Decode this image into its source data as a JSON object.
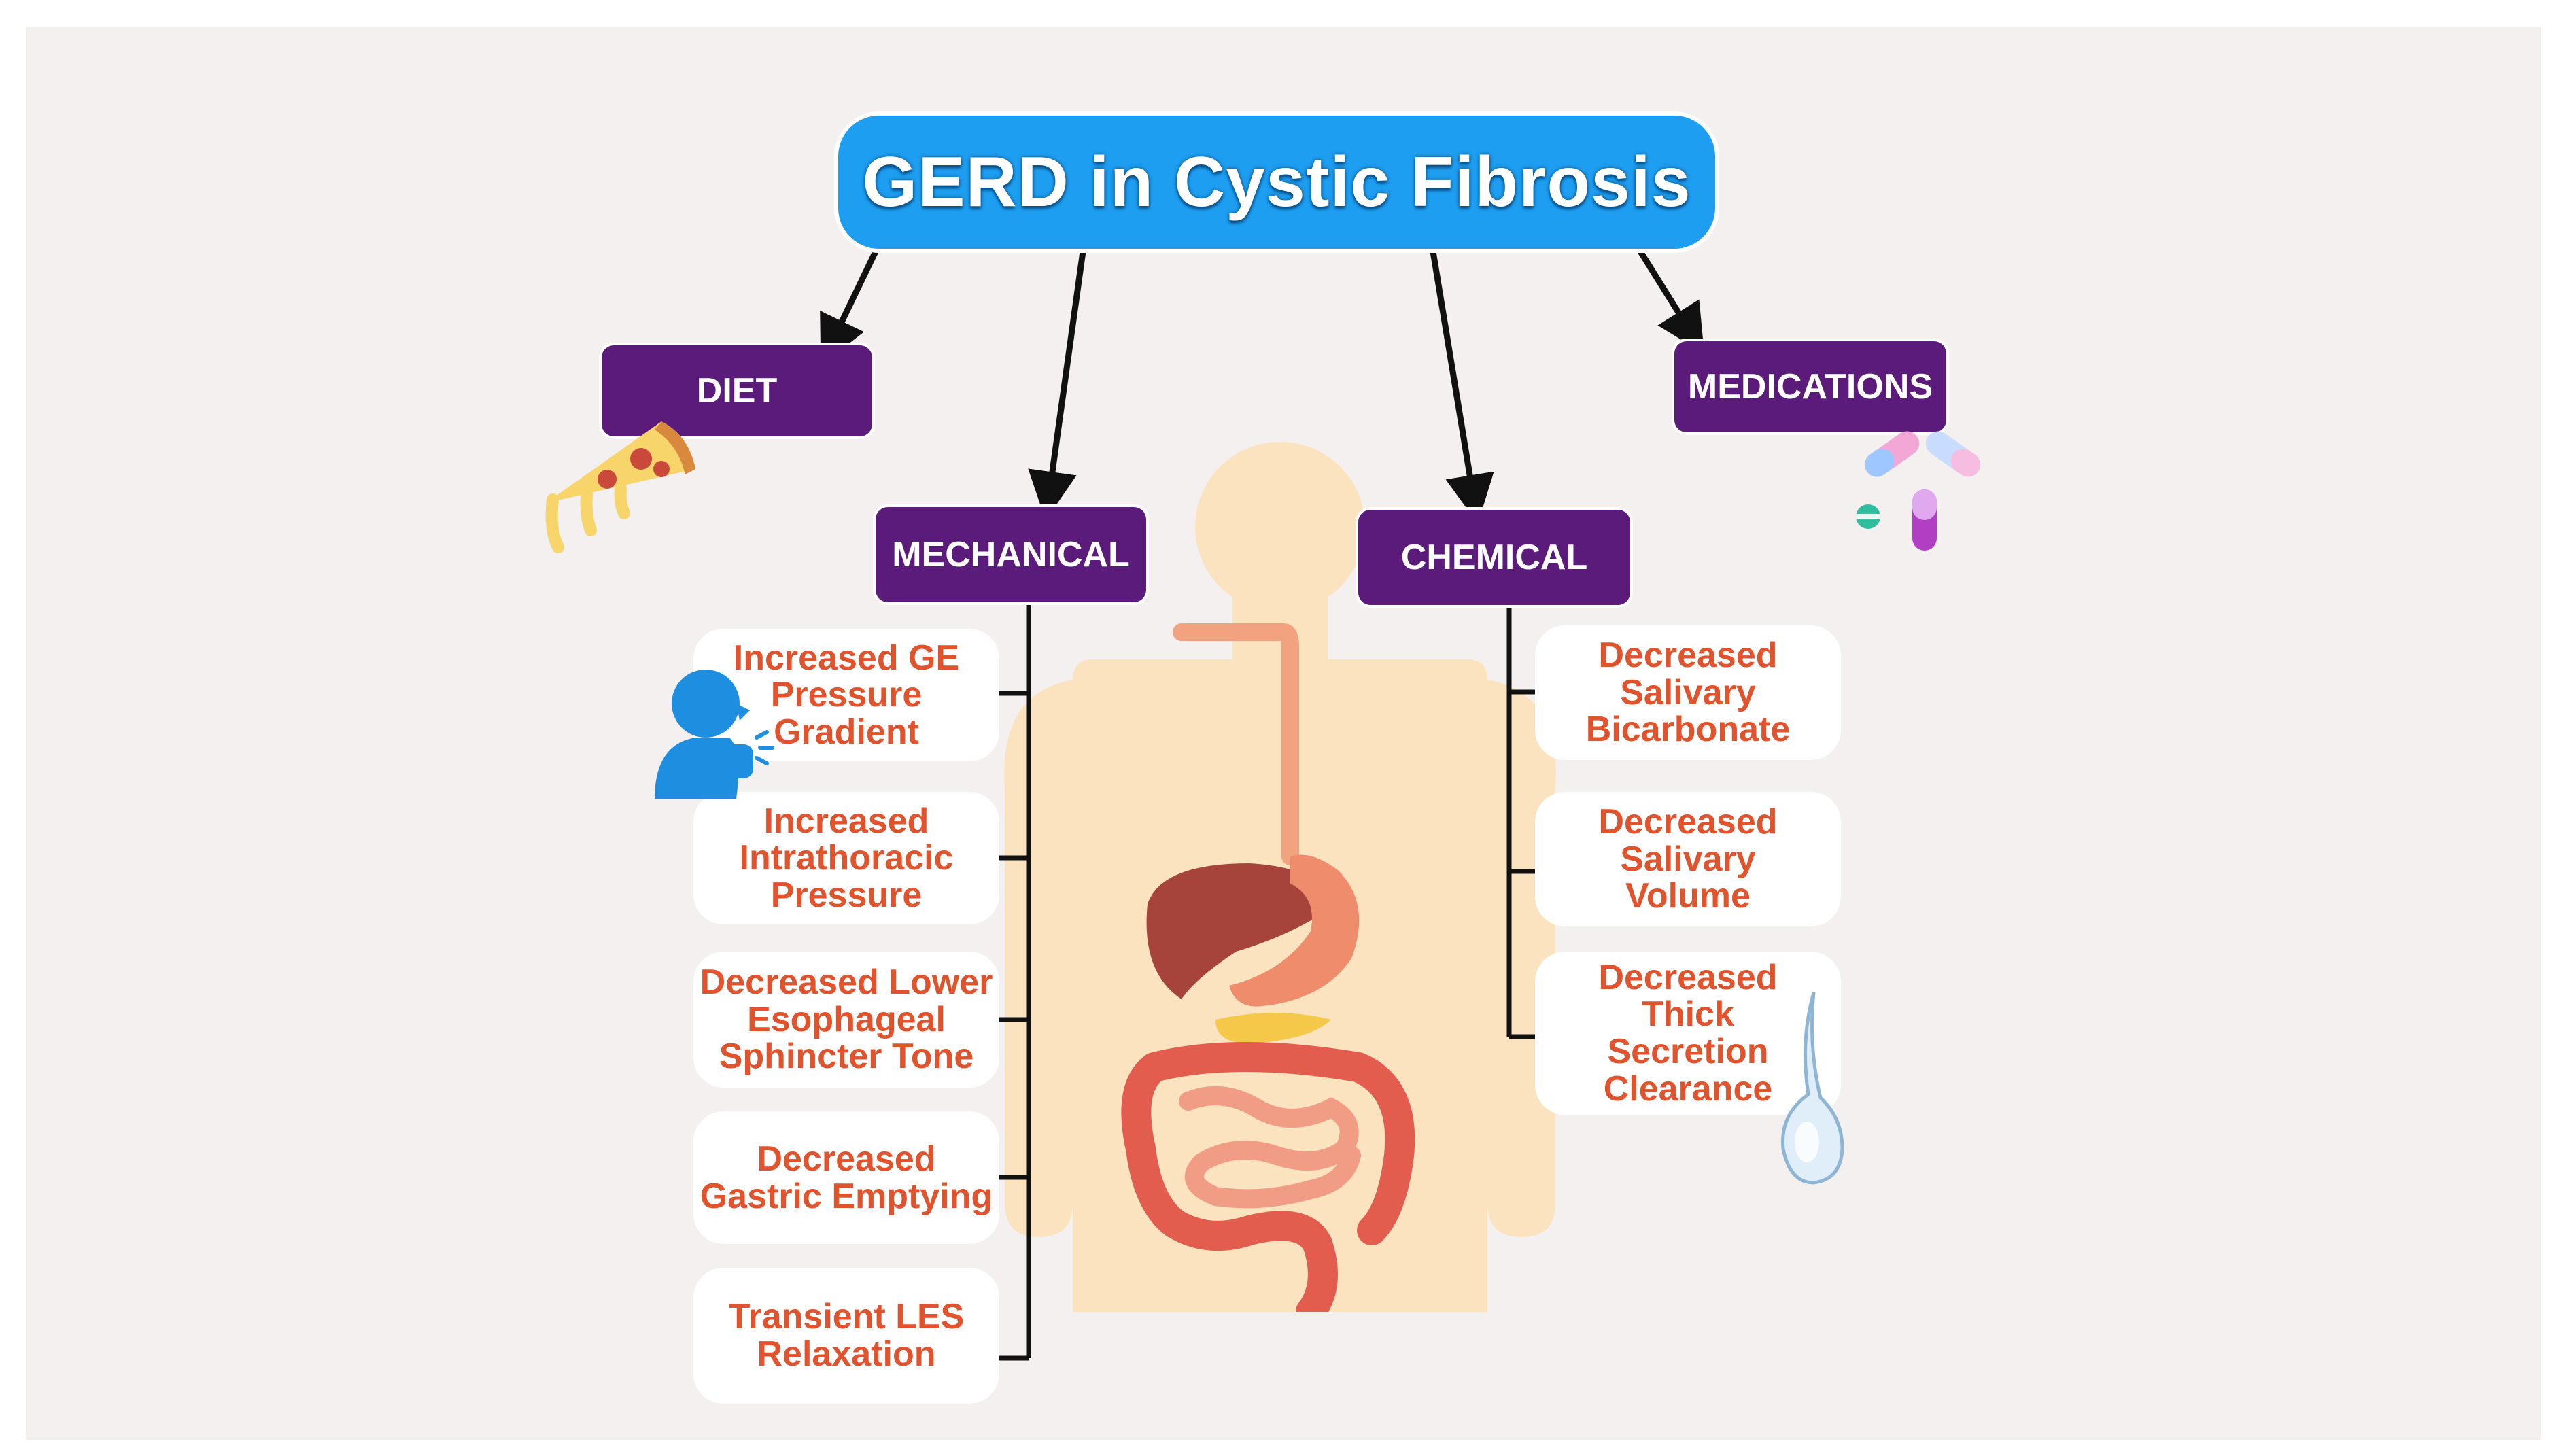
{
  "title": "GERD in Cystic Fibrosis",
  "categories": {
    "diet": "DIET",
    "medications": "MEDICATIONS",
    "mechanical": "MECHANICAL",
    "chemical": "CHEMICAL"
  },
  "mechanical_items": [
    "Increased GE\nPressure\nGradient",
    "Increased\nIntrathoracic\nPressure",
    "Decreased Lower\nEsophageal\nSphincter Tone",
    "Decreased\nGastric Emptying",
    "Transient LES\nRelaxation"
  ],
  "chemical_items": [
    "Decreased\nSalivary\nBicarbonate",
    "Decreased\nSalivary\nVolume",
    "Decreased\nThick\nSecretion\nClearance"
  ],
  "icons": [
    "pizza-icon",
    "pills-icon",
    "coughing-person-icon",
    "droplet-icon",
    "digestive-system-icon"
  ],
  "colors": {
    "title_bg": "#1e9ef0",
    "category_bg": "#5b1b7a",
    "leaf_text": "#e0532d",
    "background": "#f3f0ef"
  }
}
